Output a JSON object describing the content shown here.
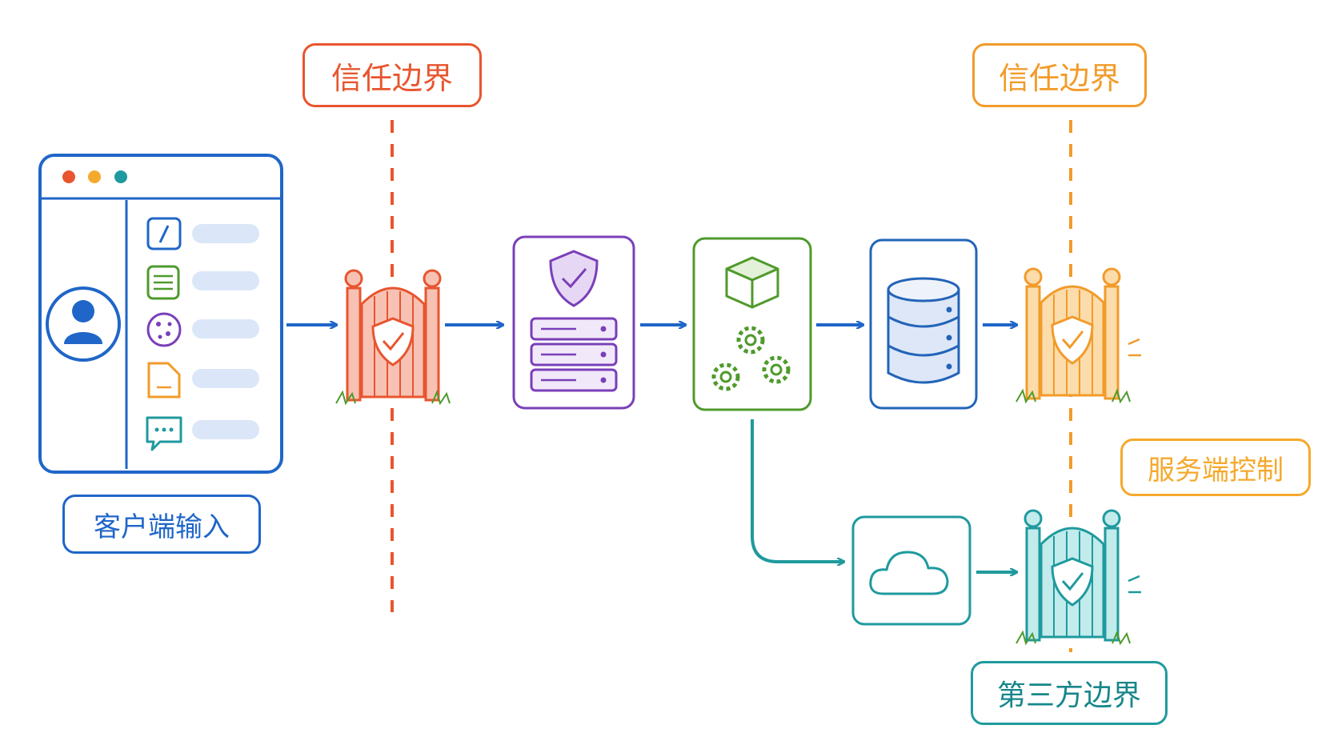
{
  "labels": {
    "trust_boundary_left": "信任边界",
    "trust_boundary_right": "信任边界",
    "server_control": "服务端控制",
    "client_input": "客户端输入",
    "third_party_boundary": "第三方边界"
  },
  "icons": {
    "client": "browser-window-icon",
    "user": "user-avatar-icon",
    "file": "file-icon",
    "form": "form-icon",
    "cookie": "cookie-icon",
    "document": "document-icon",
    "message": "chat-icon",
    "gate": "gate-shield-icon",
    "security_server": "shield-server-icon",
    "processing": "cube-gears-icon",
    "database": "database-icon",
    "cloud": "cloud-icon"
  },
  "colors": {
    "client_blue": "#1f66c8",
    "trust_red": "#e8552f",
    "trust_orange": "#f29b2a",
    "server_purple": "#7a3fb8",
    "processing_green": "#4f9a2c",
    "database_blue": "#2364b8",
    "third_party_teal": "#1f9a9e",
    "server_label_yellow": "#f5a92c"
  }
}
